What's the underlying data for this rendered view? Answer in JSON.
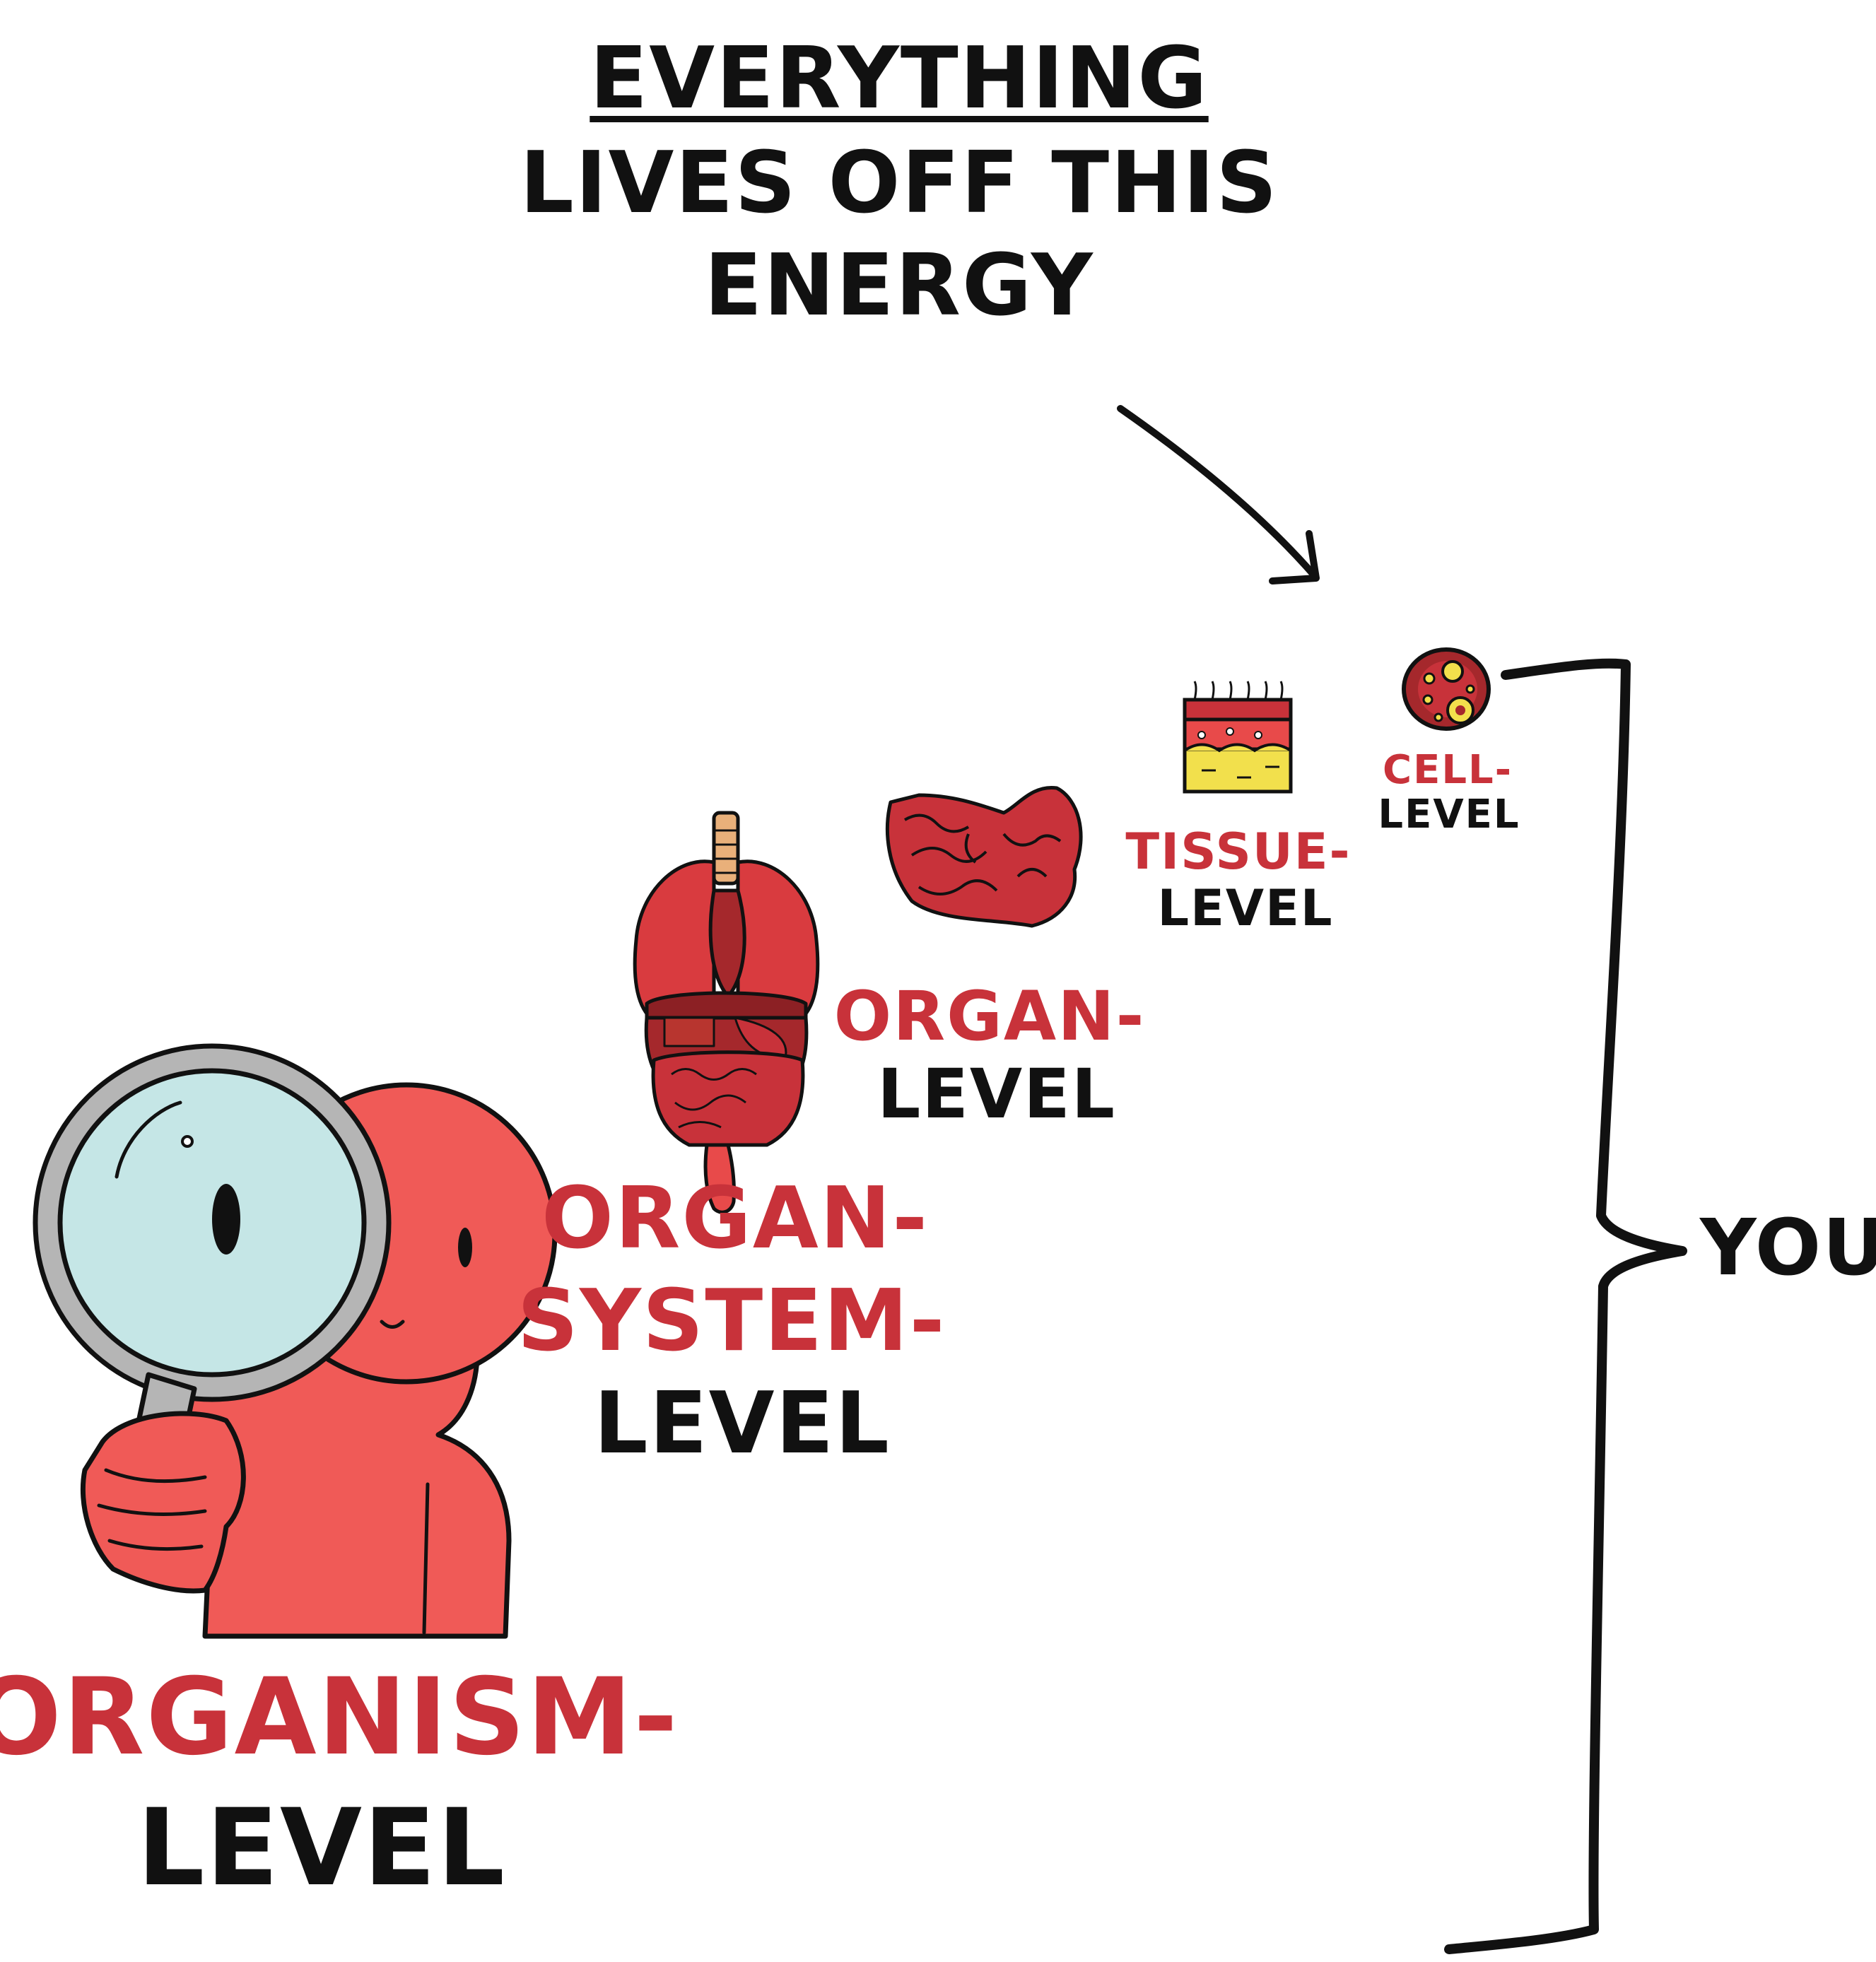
{
  "colors": {
    "accent_red": "#c8323a",
    "body_red": "#f05a57",
    "ink": "#111111",
    "lens": "#c5e6e6",
    "fat_yellow": "#f2e04c"
  },
  "title": {
    "line1": "EVERYTHING",
    "line2": "LIVES OFF THIS",
    "line3": "ENERGY"
  },
  "levels": [
    {
      "name": "CELL-",
      "suffix": "LEVEL",
      "icon": "cell-icon"
    },
    {
      "name": "TISSUE-",
      "suffix": "LEVEL",
      "icon": "tissue-icon"
    },
    {
      "name": "ORGAN-",
      "suffix": "LEVEL",
      "icon": "intestine-icon"
    },
    {
      "name": "ORGAN-",
      "name2": "SYSTEM-",
      "suffix": "LEVEL",
      "icon": "organ-system-icon"
    },
    {
      "name": "ORGANISM-",
      "suffix": "LEVEL",
      "icon": "person-with-magnifier-icon"
    }
  ],
  "bracket_label": "YOU"
}
